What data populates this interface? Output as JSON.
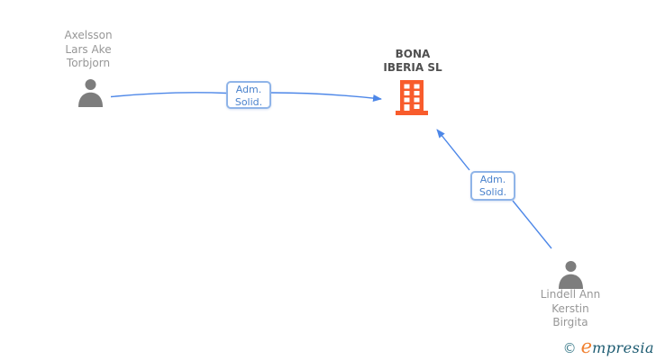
{
  "diagram": {
    "nodes": {
      "person1": {
        "type": "person",
        "name_lines": [
          "Axelsson",
          "Lars Ake",
          "Torbjorn"
        ]
      },
      "company": {
        "type": "company",
        "name_lines": [
          "BONA",
          "IBERIA SL"
        ]
      },
      "person2": {
        "type": "person",
        "name_lines": [
          "Lindell Ann",
          "Kerstin",
          "Birgita"
        ]
      }
    },
    "edges": {
      "edge1": {
        "from": "person1",
        "to": "company",
        "label_lines": [
          "Adm.",
          "Solid."
        ]
      },
      "edge2": {
        "from": "person2",
        "to": "company",
        "label_lines": [
          "Adm.",
          "Solid."
        ]
      }
    }
  },
  "watermark": {
    "copyright": "©",
    "brand_initial": "e",
    "brand_rest": "mpresia"
  },
  "colors": {
    "background": "#ffffff",
    "person_icon": "#7d7d7d",
    "person_text": "#979797",
    "company_text": "#4f4f4f",
    "building_orange": "#f85c2c",
    "edge_blue": "#4d87e8",
    "edge_label_text": "#4a82cc",
    "edge_label_border": "#8fb4e8",
    "watermark_copyright": "#43808f",
    "watermark_initial": "#f08030",
    "watermark_rest": "#1b5a70"
  }
}
